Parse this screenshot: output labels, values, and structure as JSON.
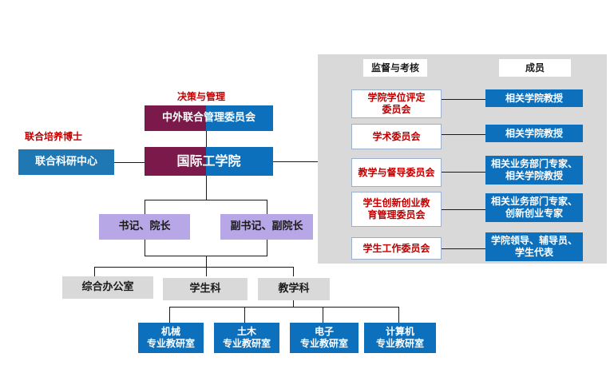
{
  "labels": {
    "decision": "决策与管理",
    "joint_phd": "联合培养博士",
    "supervision": "监督与考核",
    "members": "成员"
  },
  "top": {
    "committee": "中外联合管理委员会",
    "institute": "国际工学院",
    "research_center": "联合科研中心"
  },
  "leaders": [
    "书记、院长",
    "副书记、副院长"
  ],
  "offices": [
    "综合办公室",
    "学生科",
    "教学科"
  ],
  "teaching_units": [
    "机械\n专业教研室",
    "土木\n专业教研室",
    "电子\n专业教研室",
    "计算机\n专业教研室"
  ],
  "committees": [
    {
      "name": "学院学位评定\n委员会",
      "members": "相关学院教授"
    },
    {
      "name": "学术委员会",
      "members": "相关学院教授"
    },
    {
      "name": "教学与督导委员会",
      "members": "相关业务部门专家、\n相关学院教授"
    },
    {
      "name": "学生创新创业教\n育管理委员会",
      "members": "相关业务部门专家、\n创新创业专家"
    },
    {
      "name": "学生工作委员会",
      "members": "学院领导、辅导员、\n学生代表"
    }
  ]
}
